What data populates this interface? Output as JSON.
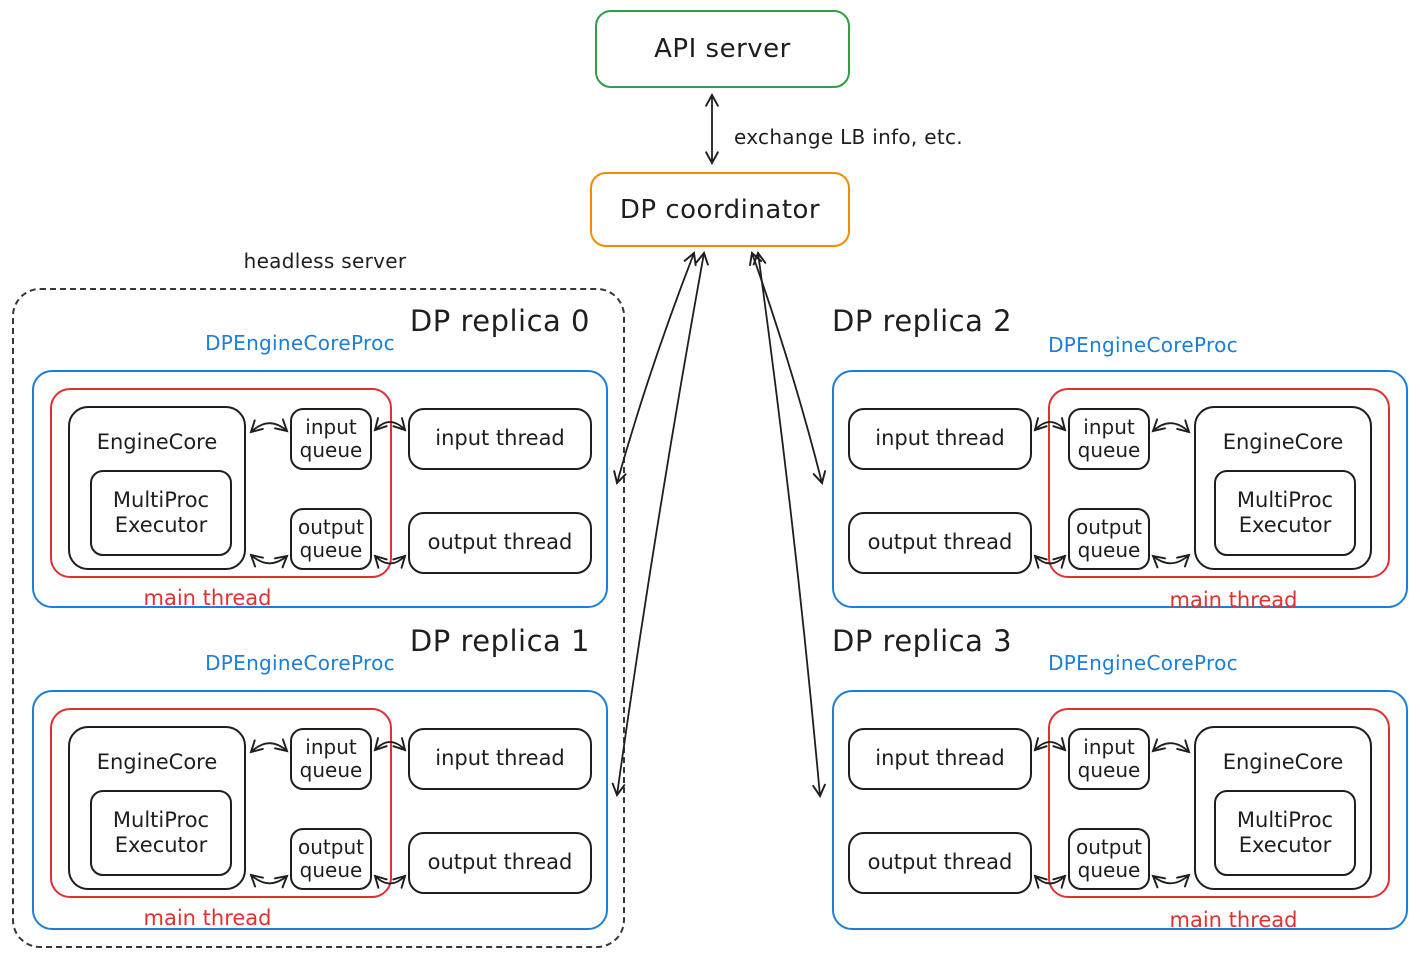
{
  "diagram": {
    "api_server": {
      "label": "API server"
    },
    "coordinator": {
      "label": "DP coordinator"
    },
    "link_label": "exchange LB info, etc.",
    "headless_server_label": "headless server",
    "colors": {
      "green": "#2f9e44",
      "orange": "#f08c00",
      "blue": "#1c7ed6",
      "red": "#e03131",
      "ink": "#1e1e1e"
    },
    "replicas": [
      {
        "title": "DP replica 0",
        "proc_label": "DPEngineCoreProc",
        "engine_core": "EngineCore",
        "executor": "MultiProc Executor",
        "input_queue": "input queue",
        "output_queue": "output queue",
        "input_thread": "input thread",
        "output_thread": "output thread",
        "main_thread": "main thread"
      },
      {
        "title": "DP replica 1",
        "proc_label": "DPEngineCoreProc",
        "engine_core": "EngineCore",
        "executor": "MultiProc Executor",
        "input_queue": "input queue",
        "output_queue": "output queue",
        "input_thread": "input thread",
        "output_thread": "output thread",
        "main_thread": "main thread"
      },
      {
        "title": "DP replica 2",
        "proc_label": "DPEngineCoreProc",
        "engine_core": "EngineCore",
        "executor": "MultiProc Executor",
        "input_queue": "input queue",
        "output_queue": "output queue",
        "input_thread": "input thread",
        "output_thread": "output thread",
        "main_thread": "main thread"
      },
      {
        "title": "DP replica 3",
        "proc_label": "DPEngineCoreProc",
        "engine_core": "EngineCore",
        "executor": "MultiProc Executor",
        "input_queue": "input queue",
        "output_queue": "output queue",
        "input_thread": "input thread",
        "output_thread": "output thread",
        "main_thread": "main thread"
      }
    ]
  }
}
